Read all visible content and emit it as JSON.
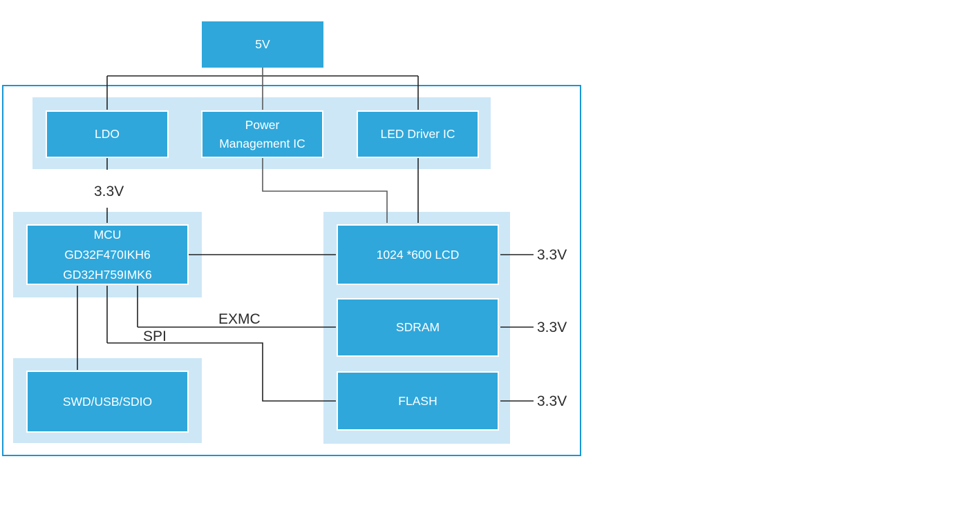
{
  "colors": {
    "node_blue": "#2fa7db",
    "container_light_blue": "#cde7f6",
    "boundary_blue": "#1797d5",
    "wire_black": "#222222",
    "wire_gray": "#58595b",
    "node_text": "#ffffff",
    "label_text": "#2b2b2b"
  },
  "nodes": {
    "supply_5v": "5V",
    "ldo": "LDO",
    "pmic": "Power\nManagement IC",
    "led_driver": "LED Driver IC",
    "mcu": "MCU\nGD32F470IKH6\nGD32H759IMK6",
    "swd": "SWD/USB/SDIO",
    "lcd": "1024 *600 LCD",
    "sdram": "SDRAM",
    "flash": "FLASH"
  },
  "labels": {
    "ldo_output": "3.3V",
    "exmc_bus": "EXMC",
    "spi_bus": "SPI",
    "lcd_supply": "3.3V",
    "sdram_supply": "3.3V",
    "flash_supply": "3.3V"
  }
}
